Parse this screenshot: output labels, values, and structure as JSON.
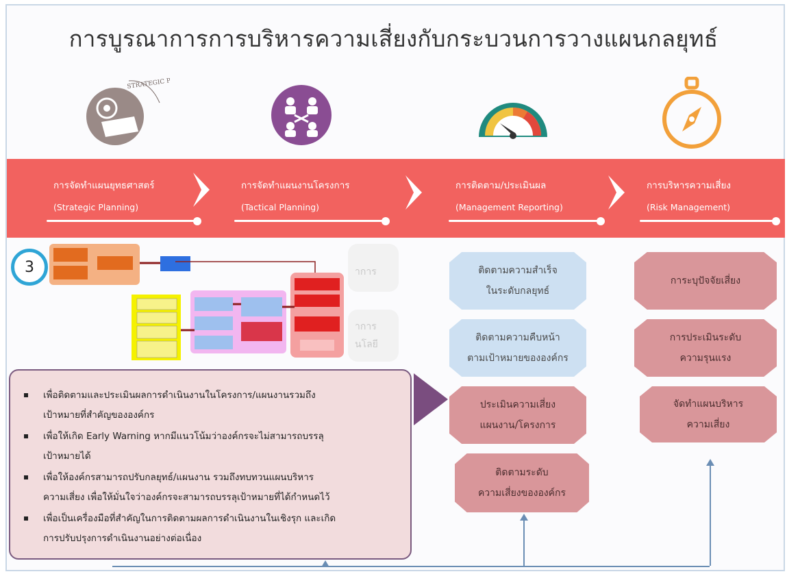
{
  "title": "การบูรณาการการบริหารความเสี่ยงกับกระบวนการวางแผนกลยุทธ์",
  "icons": {
    "strategic_caption": "STRATEGIC PLANNING",
    "strategic": "strategic-planning-icon",
    "tactical": "team-meeting-icon",
    "reporting": "gauge-icon",
    "risk": "compass-icon"
  },
  "stages": [
    {
      "th": "การจัดทำแผนยุทธศาสตร์",
      "en": "(Strategic Planning)"
    },
    {
      "th": "การจัดทำแผนงานโครงการ",
      "en": "(Tactical   Planning)"
    },
    {
      "th": "การติดตาม/ประเมินผล",
      "en": "(Management Reporting)"
    },
    {
      "th": "การบริหารความเสี่ยง",
      "en": "(Risk Management)"
    }
  ],
  "badge_number": "3",
  "ghost_boxes": [
    "าการ",
    "าการ",
    "นโลยี"
  ],
  "reporting_boxes": [
    {
      "line1": "ติดตามความสำเร็จ",
      "line2": "ในระดับกลยุทธ์"
    },
    {
      "line1": "ติดตามความคืบหน้า",
      "line2": "ตามเป้าหมายขององค์กร"
    },
    {
      "line1": "ประเมินความเสี่ยง",
      "line2": "แผนงาน/โครงการ"
    },
    {
      "line1": "ติดตามระดับ",
      "line2": "ความเสี่ยงขององค์กร"
    }
  ],
  "risk_boxes": [
    {
      "line1": "การะบุปัจจัยเสี่ยง",
      "line2": ""
    },
    {
      "line1": "การประเมินระดับ",
      "line2": "ความรุนแรง"
    },
    {
      "line1": "จัดทำแผนบริหาร",
      "line2": "ความเสี่ยง"
    }
  ],
  "notes": [
    {
      "l1": "เพื่อติดตามและประเมินผลการดำเนินงานในโครงการ/แผนงานรวมถึง",
      "l2": "เป้าหมายที่สำคัญขององค์กร"
    },
    {
      "l1": " เพื่อให้เกิด Early Warning หากมีแนวโน้มว่าองค์กรจะไม่สามารถบรรลุ",
      "l2": "เป้าหมายได้"
    },
    {
      "l1": "เพื่อให้องค์กรสามารถปรับกลยุทธ์/แผนงาน รวมถึงทบทวนแผนบริหาร",
      "l2": "ความเสี่ยง เพื่อให้มั่นใจว่าองค์กรจะสามารถบรรลุเป้าหมายที่ได้กำหนดไว้"
    },
    {
      "l1": "เพื่อเป็นเครื่องมือที่สำคัญในการติดตามผลการดำเนินงานในเชิงรุก และเกิด",
      "l2": "การปรับปรุงการดำเนินงานอย่างต่อเนื่อง"
    }
  ],
  "colors": {
    "band": "#f2625f",
    "blue_box": "#cde0f2",
    "pink_box": "#d9969a",
    "note_bg": "#f2dcdd",
    "purple": "#7a4d7f"
  }
}
